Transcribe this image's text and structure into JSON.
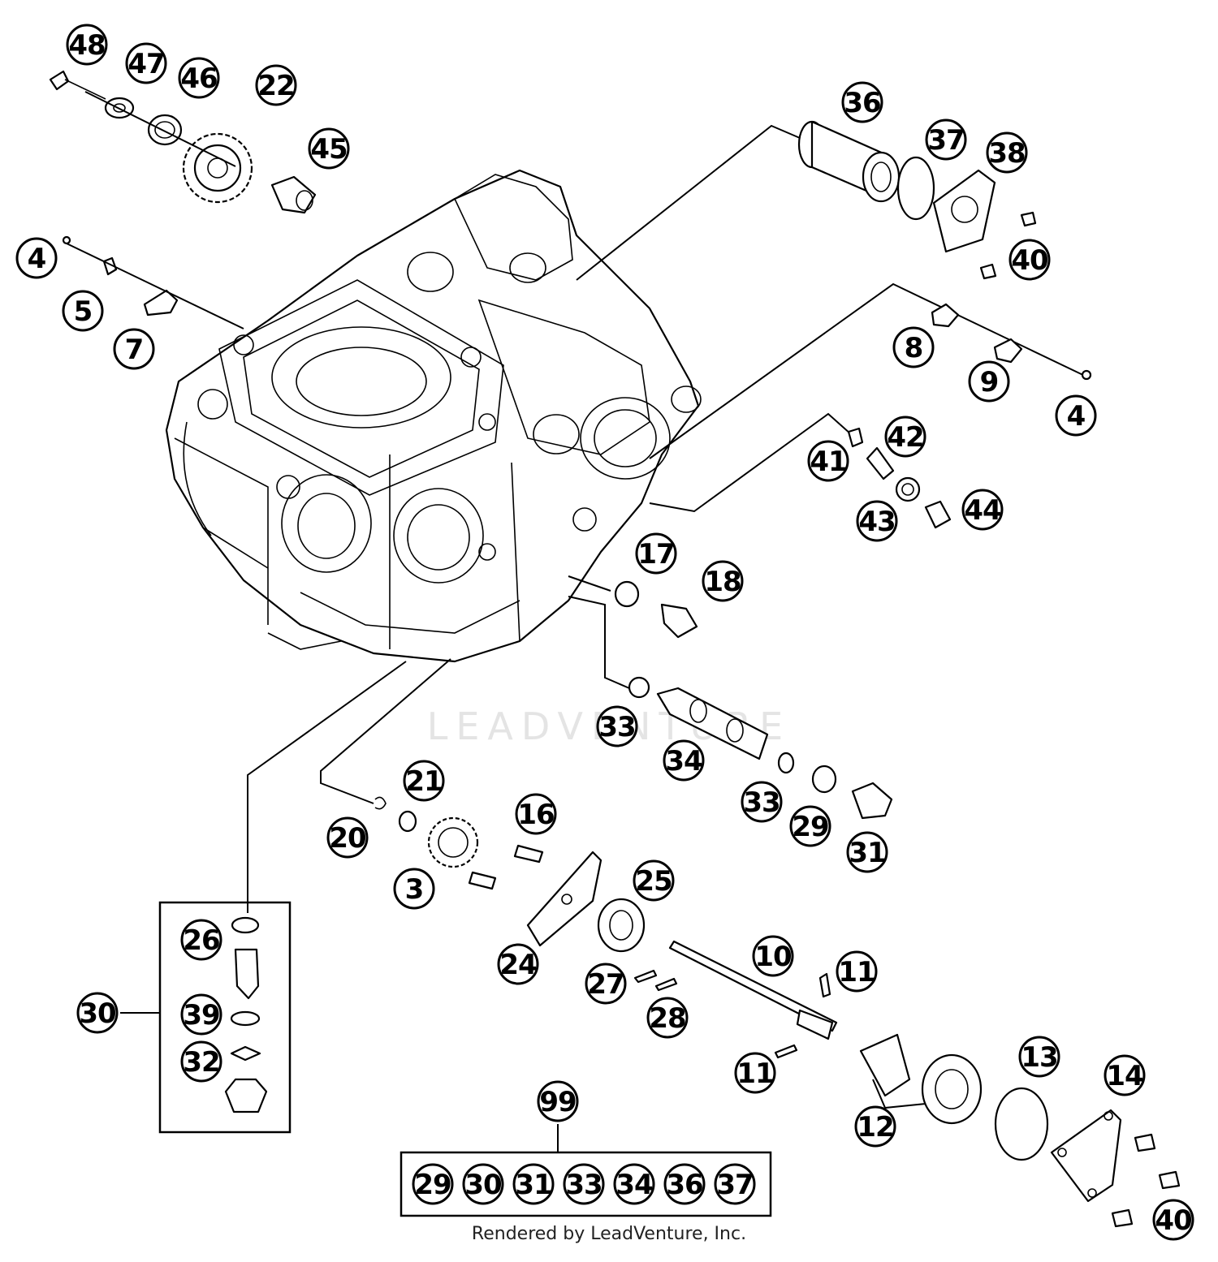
{
  "watermark": "LEADVENTURE",
  "footer": "Rendered by LeadVenture, Inc.",
  "callouts": [
    {
      "id": "c48",
      "text": "48"
    },
    {
      "id": "c47",
      "text": "47"
    },
    {
      "id": "c46",
      "text": "46"
    },
    {
      "id": "c22",
      "text": "22"
    },
    {
      "id": "c45",
      "text": "45"
    },
    {
      "id": "c4a",
      "text": "4"
    },
    {
      "id": "c5",
      "text": "5"
    },
    {
      "id": "c7",
      "text": "7"
    },
    {
      "id": "c36",
      "text": "36"
    },
    {
      "id": "c37",
      "text": "37"
    },
    {
      "id": "c38",
      "text": "38"
    },
    {
      "id": "c40a",
      "text": "40"
    },
    {
      "id": "c8",
      "text": "8"
    },
    {
      "id": "c9",
      "text": "9"
    },
    {
      "id": "c4b",
      "text": "4"
    },
    {
      "id": "c42",
      "text": "42"
    },
    {
      "id": "c41",
      "text": "41"
    },
    {
      "id": "c43",
      "text": "43"
    },
    {
      "id": "c44",
      "text": "44"
    },
    {
      "id": "c17",
      "text": "17"
    },
    {
      "id": "c18",
      "text": "18"
    },
    {
      "id": "c33a",
      "text": "33"
    },
    {
      "id": "c34",
      "text": "34"
    },
    {
      "id": "c33b",
      "text": "33"
    },
    {
      "id": "c29",
      "text": "29"
    },
    {
      "id": "c31",
      "text": "31"
    },
    {
      "id": "c21",
      "text": "21"
    },
    {
      "id": "c20",
      "text": "20"
    },
    {
      "id": "c16",
      "text": "16"
    },
    {
      "id": "c3",
      "text": "3"
    },
    {
      "id": "c25",
      "text": "25"
    },
    {
      "id": "c24",
      "text": "24"
    },
    {
      "id": "c10",
      "text": "10"
    },
    {
      "id": "c11a",
      "text": "11"
    },
    {
      "id": "c27",
      "text": "27"
    },
    {
      "id": "c28",
      "text": "28"
    },
    {
      "id": "c11b",
      "text": "11"
    },
    {
      "id": "c12",
      "text": "12"
    },
    {
      "id": "c13",
      "text": "13"
    },
    {
      "id": "c14",
      "text": "14"
    },
    {
      "id": "c40b",
      "text": "40"
    },
    {
      "id": "c26",
      "text": "26"
    },
    {
      "id": "c30",
      "text": "30"
    },
    {
      "id": "c39",
      "text": "39"
    },
    {
      "id": "c32",
      "text": "32"
    },
    {
      "id": "c99",
      "text": "99"
    }
  ],
  "kit_items": [
    "29",
    "30",
    "31",
    "33",
    "34",
    "36",
    "37"
  ]
}
